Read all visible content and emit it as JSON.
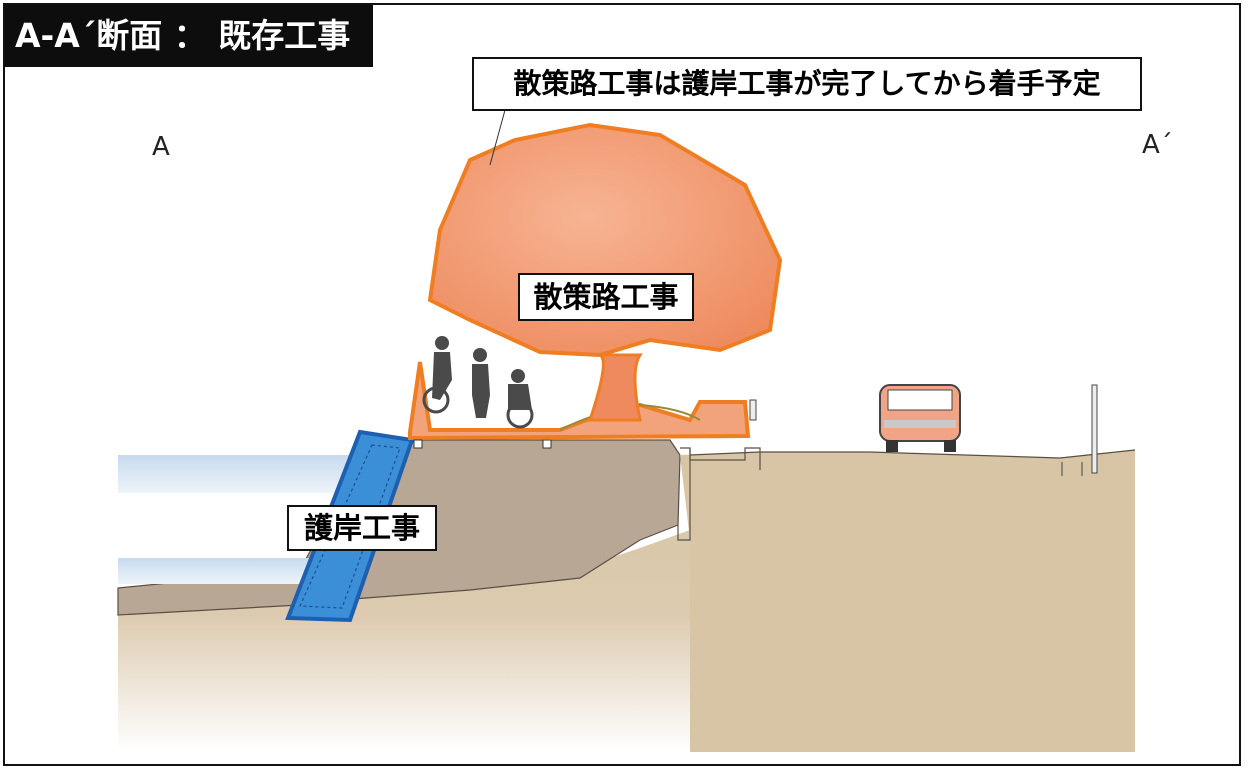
{
  "title": "A-A´断面 ： 既存工事",
  "callout": "散策路工事は護岸工事が完了してから着手予定",
  "labels": {
    "walkway": "散策路工事",
    "revetment": "護岸工事"
  },
  "markers": {
    "left": "A",
    "right": "A´"
  },
  "colors": {
    "walkway_highlight": "#f08a4b",
    "walkway_outline": "#ef7d22",
    "revetment_highlight": "#3b8fd6",
    "revetment_outline": "#1f5fb0",
    "ground": "#d8c7a8",
    "embankment": "#b9a896",
    "water": "#cfe0f0"
  }
}
